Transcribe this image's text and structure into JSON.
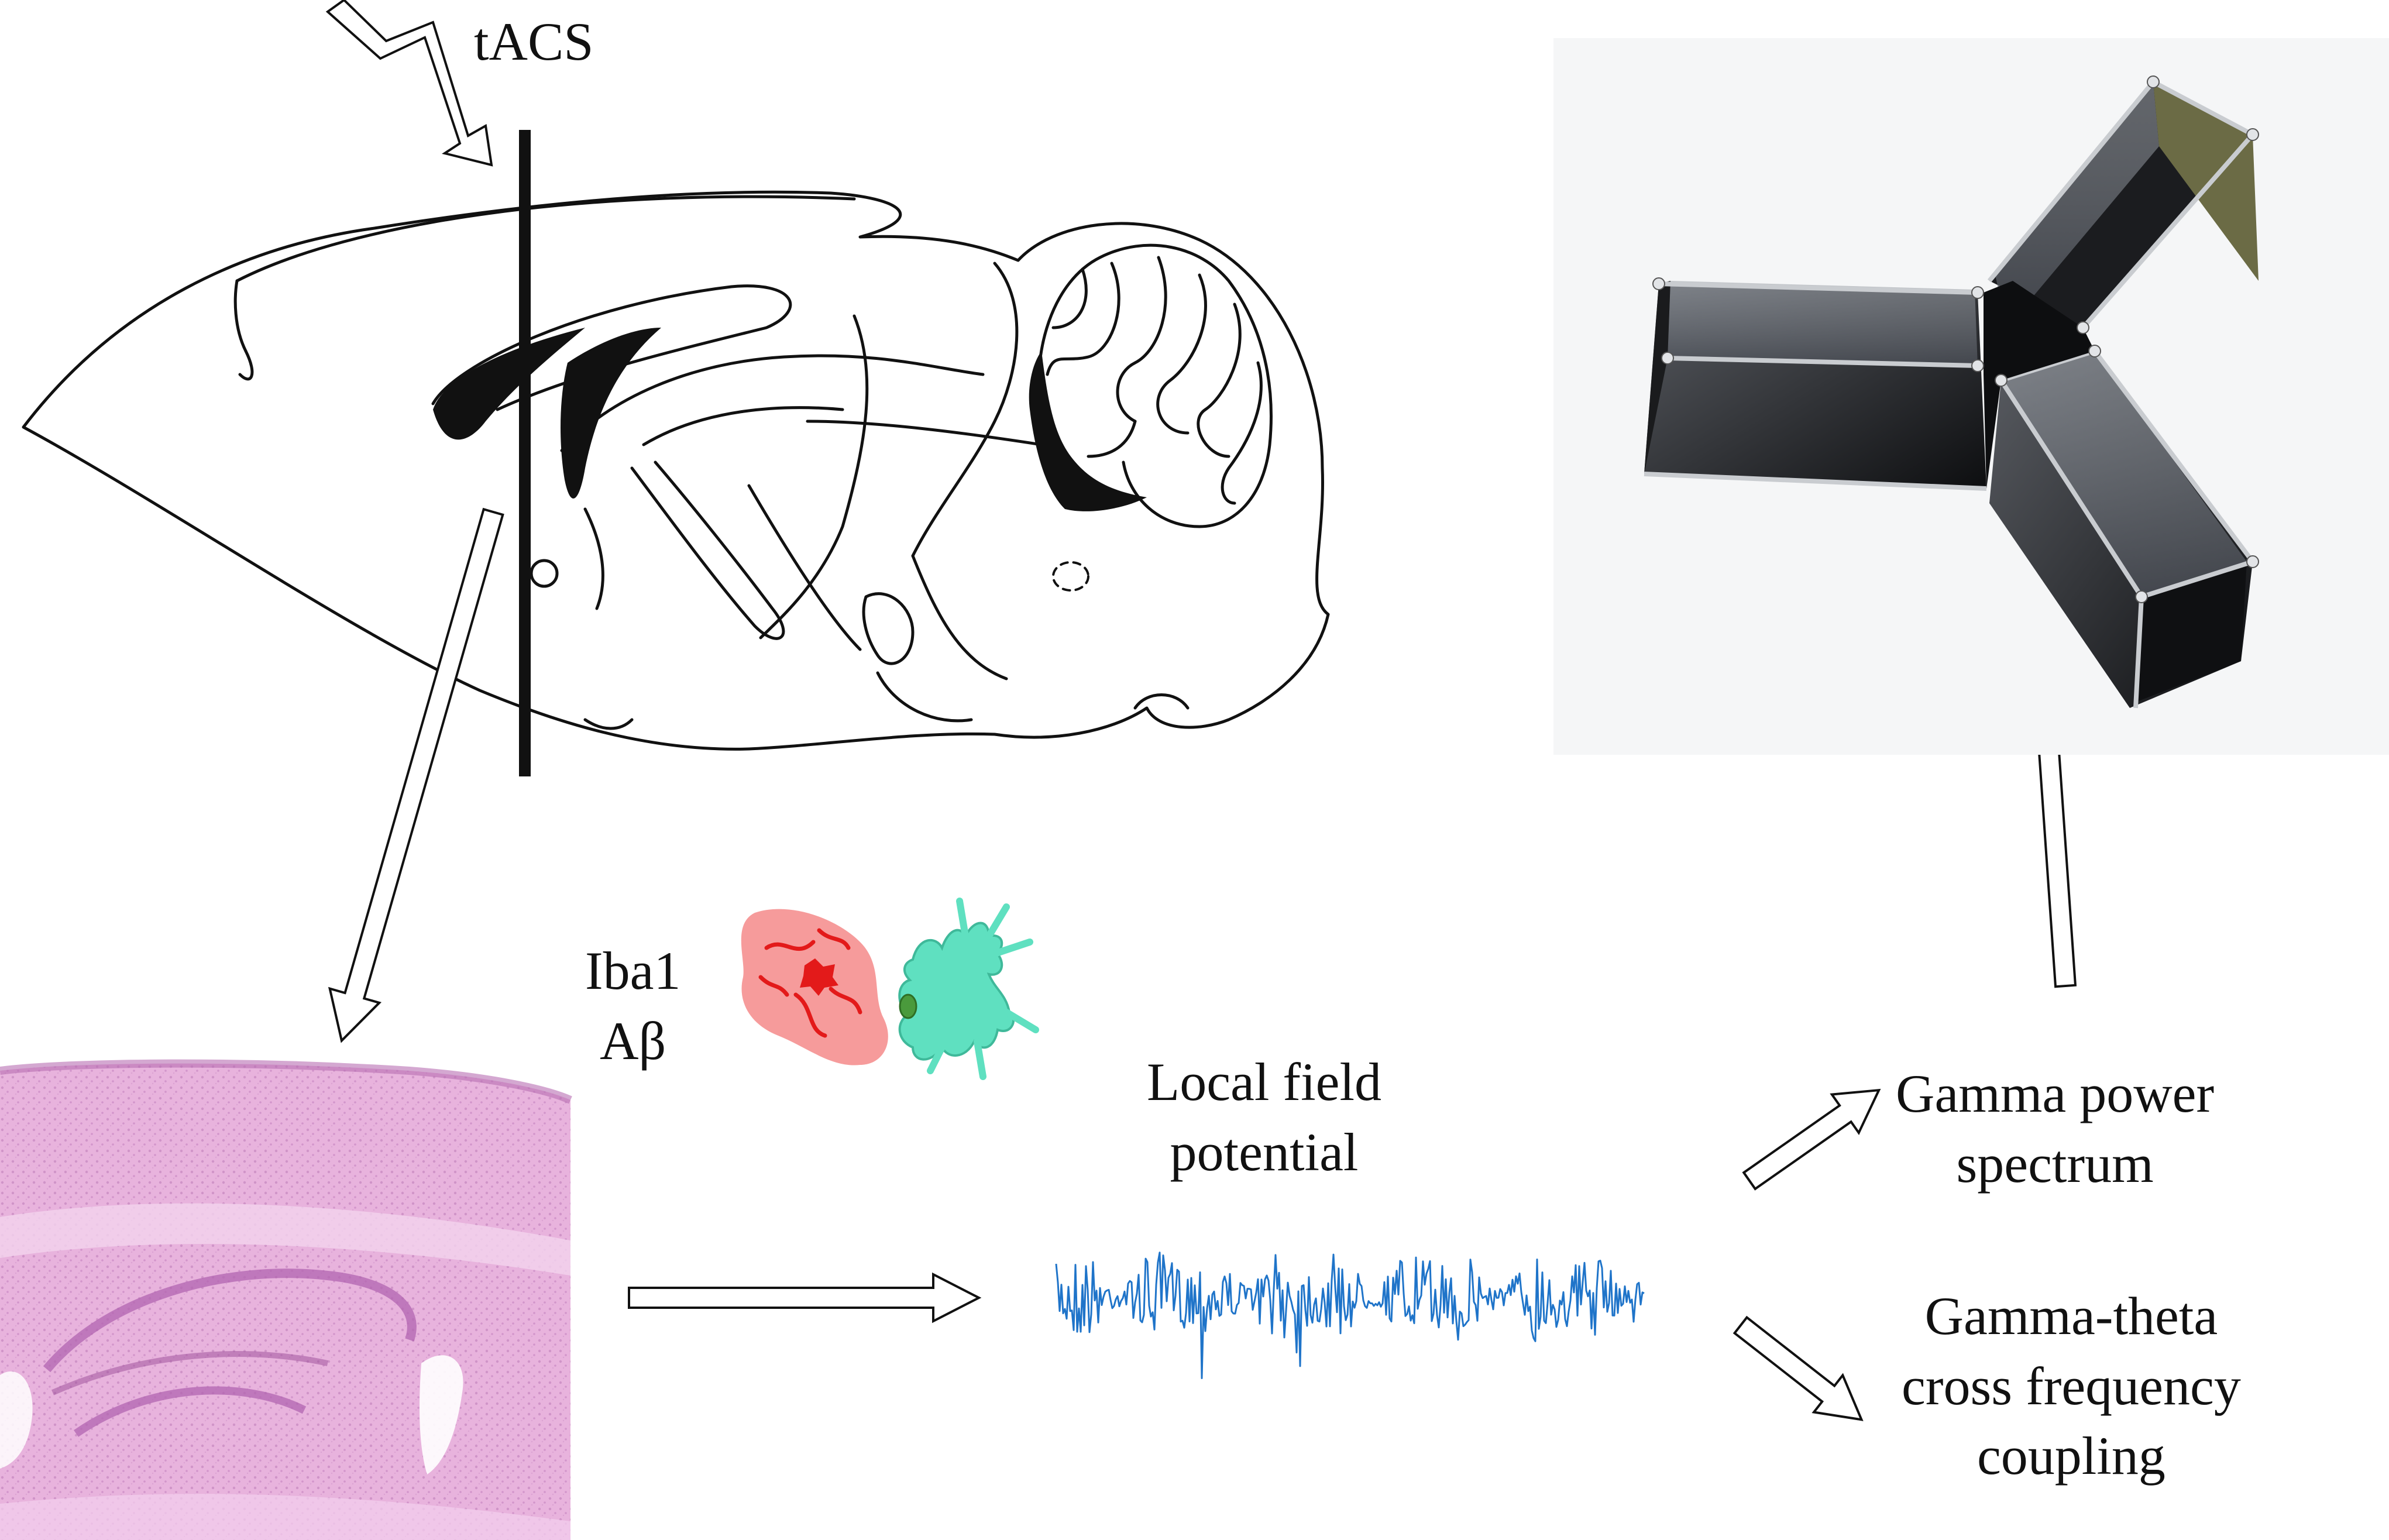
{
  "labels": {
    "stimulation": "tACS",
    "markers": [
      "Iba1",
      "Aβ"
    ],
    "recording": [
      "Local field",
      "potential"
    ],
    "analysis_power": [
      "Gamma power",
      "spectrum"
    ],
    "analysis_coupling": [
      "Gamma-theta",
      "cross frequency",
      "coupling"
    ]
  },
  "icons": {
    "brain": "sagittal-mouse-brain-outline",
    "histology": "he-stained-hippocampus-section",
    "cells": "amyloid-plaque-and-microglia",
    "signal": "lfp-trace",
    "maze": "y-maze"
  },
  "colors": {
    "outline": "#111111",
    "tissue": "#e8b3dd",
    "plaque": "#f58a8a",
    "plaque_core": "#e31a1a",
    "microglia": "#5fe0c0",
    "microglia_nucleus": "#4a9a3c",
    "signal": "#1f74c9",
    "maze_wall": "#2b2d31",
    "arrow_fill": "#ffffff"
  }
}
